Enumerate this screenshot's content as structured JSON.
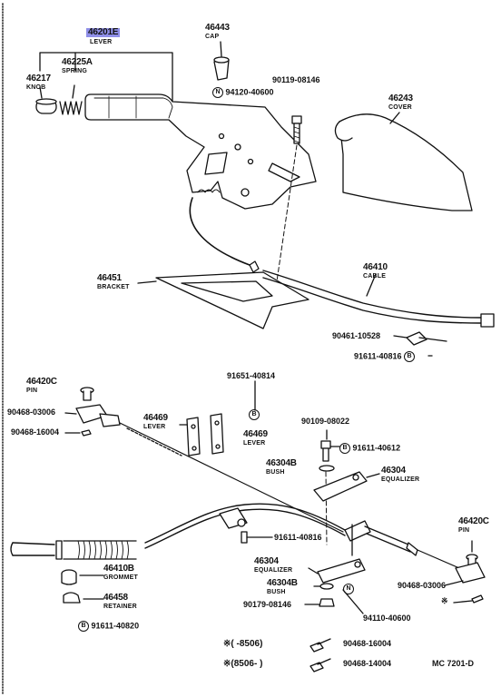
{
  "diagram_code": "MC 7201-D",
  "parts": [
    {
      "id": "p_46201E",
      "part_no": "46201E",
      "name": "LEVER",
      "highlight": true
    },
    {
      "id": "p_46443",
      "part_no": "46443",
      "name": "CAP"
    },
    {
      "id": "p_46225A",
      "part_no": "46225A",
      "name": "SPRING"
    },
    {
      "id": "p_46217",
      "part_no": "46217",
      "name": "KNOB"
    },
    {
      "id": "p_90119",
      "part_no": "90119-08146",
      "name": ""
    },
    {
      "id": "p_94120",
      "part_no": "94120-40600",
      "name": "",
      "marker": "N"
    },
    {
      "id": "p_46243",
      "part_no": "46243",
      "name": "COVER"
    },
    {
      "id": "p_46451",
      "part_no": "46451",
      "name": "BRACKET"
    },
    {
      "id": "p_46410",
      "part_no": "46410",
      "name": "CABLE"
    },
    {
      "id": "p_90461",
      "part_no": "90461-10528",
      "name": ""
    },
    {
      "id": "p_91611_40816_a",
      "part_no": "91611-40816",
      "name": "",
      "marker_after": "B"
    },
    {
      "id": "p_46420C_l",
      "part_no": "46420C",
      "name": "PIN"
    },
    {
      "id": "p_91651",
      "part_no": "91651-40814",
      "name": "",
      "marker_below": "B"
    },
    {
      "id": "p_90468_03006",
      "part_no": "90468-03006",
      "name": ""
    },
    {
      "id": "p_90468_16004",
      "part_no": "90468-16004",
      "name": ""
    },
    {
      "id": "p_46469_a",
      "part_no": "46469",
      "name": "LEVER"
    },
    {
      "id": "p_46469_b",
      "part_no": "46469",
      "name": "LEVER"
    },
    {
      "id": "p_90109",
      "part_no": "90109-08022",
      "name": ""
    },
    {
      "id": "p_91611_40612",
      "part_no": "91611-40612",
      "name": "",
      "marker": "B"
    },
    {
      "id": "p_46304B_a",
      "part_no": "46304B",
      "name": "BUSH"
    },
    {
      "id": "p_46304_a",
      "part_no": "46304",
      "name": "EQUALIZER"
    },
    {
      "id": "p_91611_40816_b",
      "part_no": "91611-40816",
      "name": ""
    },
    {
      "id": "p_46420C_r",
      "part_no": "46420C",
      "name": "PIN"
    },
    {
      "id": "p_46410B",
      "part_no": "46410B",
      "name": "GROMMET"
    },
    {
      "id": "p_46304_b",
      "part_no": "46304",
      "name": "EQUALIZER"
    },
    {
      "id": "p_46304B_b",
      "part_no": "46304B",
      "name": "BUSH"
    },
    {
      "id": "p_46458",
      "part_no": "46458",
      "name": "RETAINER"
    },
    {
      "id": "p_90179",
      "part_no": "90179-08146",
      "name": ""
    },
    {
      "id": "p_94110",
      "part_no": "94110-40600",
      "name": "",
      "marker_above": "N"
    },
    {
      "id": "p_90468_03006_r",
      "part_no": "90468-03006",
      "name": ""
    },
    {
      "id": "p_91611_40820",
      "part_no": "91611-40820",
      "name": "",
      "marker_before": "B"
    }
  ],
  "legend": [
    {
      "symbol": "※",
      "range": "(      -8506)",
      "part_no": "90468-16004"
    },
    {
      "symbol": "※",
      "range": "(8506-         )",
      "part_no": "90468-14004"
    }
  ],
  "markers": {
    "B": "B",
    "N": "N",
    "star": "※"
  }
}
